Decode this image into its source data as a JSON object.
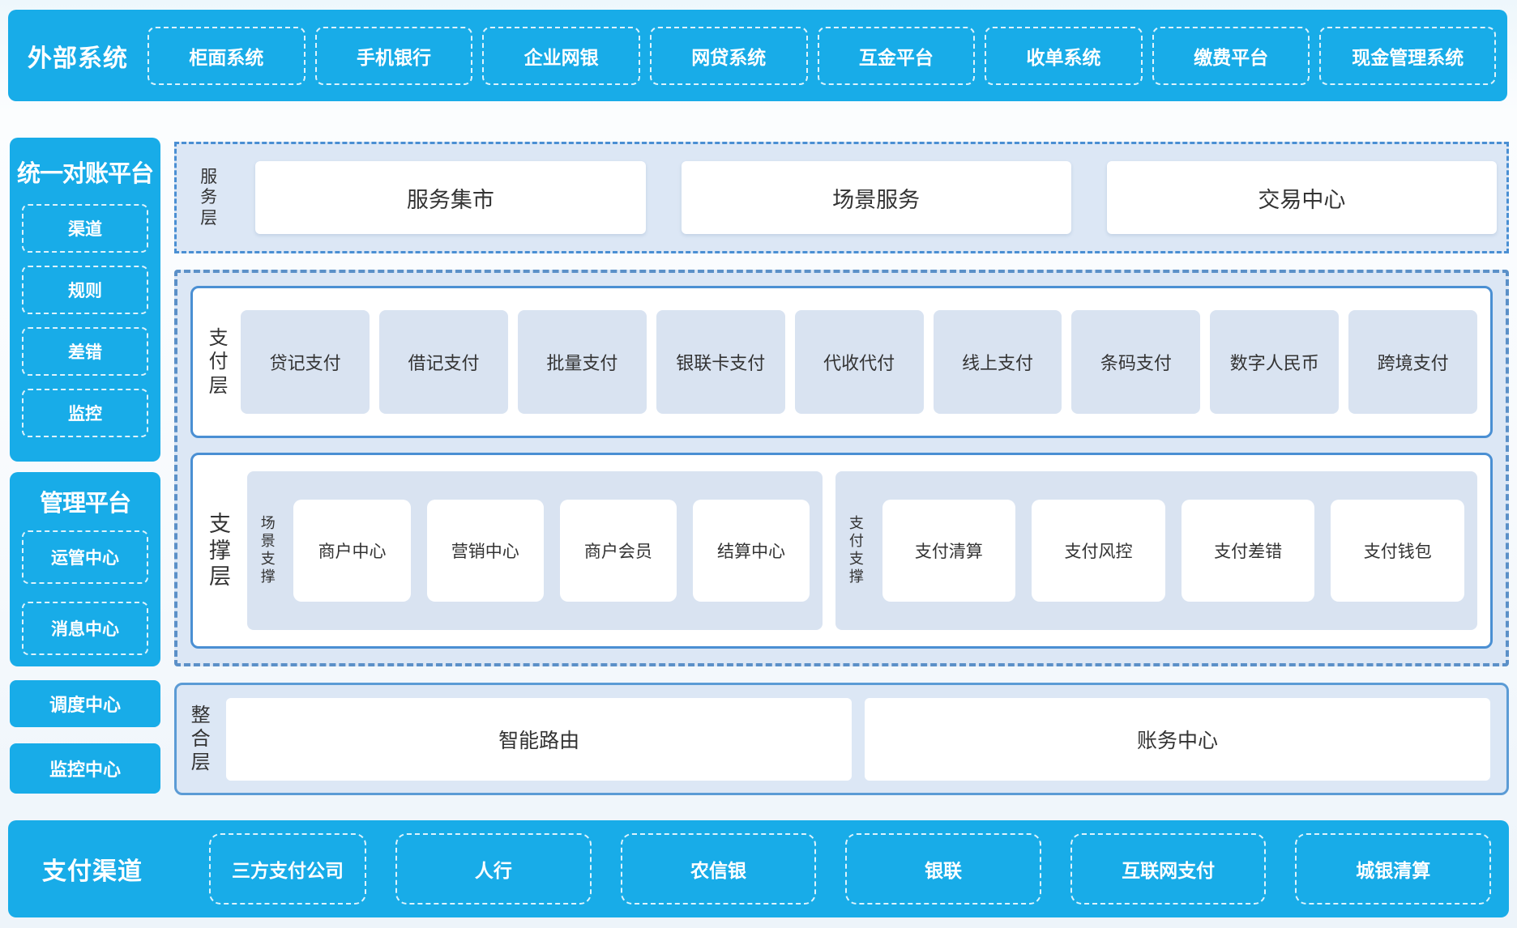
{
  "colors": {
    "primary_blue": "#18ace8",
    "panel_blue": "#dce7f5",
    "tint_card": "#d9e3f1",
    "solid_border": "#4a8fd3",
    "dash_border": "#5b90c8",
    "integration_border": "#5b9bd5",
    "text_dark": "#333333"
  },
  "top_bar": {
    "title": "外部系统",
    "items": [
      "柜面系统",
      "手机银行",
      "企业网银",
      "网贷系统",
      "互金平台",
      "收单系统",
      "缴费平台",
      "现金管理系统"
    ]
  },
  "sidebar": {
    "groups": [
      {
        "title": "统一对账平台",
        "items": [
          "渠道",
          "规则",
          "差错",
          "监控"
        ]
      },
      {
        "title": "管理平台",
        "items": [
          "运管中心",
          "消息中心"
        ]
      }
    ],
    "solo_items": [
      "调度中心",
      "监控中心"
    ]
  },
  "service_layer": {
    "label": "服务层",
    "items": [
      "服务集市",
      "场景服务",
      "交易中心"
    ]
  },
  "payment_layer": {
    "label": "支付层",
    "items": [
      "贷记支付",
      "借记支付",
      "批量支付",
      "银联卡支付",
      "代收代付",
      "线上支付",
      "条码支付",
      "数字人民币",
      "跨境支付"
    ]
  },
  "support_layer": {
    "label": "支撑层",
    "groups": [
      {
        "label": "场景支撑",
        "items": [
          "商户中心",
          "营销中心",
          "商户会员",
          "结算中心"
        ]
      },
      {
        "label": "支付支撑",
        "items": [
          "支付清算",
          "支付风控",
          "支付差错",
          "支付钱包"
        ]
      }
    ]
  },
  "integration_layer": {
    "label": "整合层",
    "items": [
      "智能路由",
      "账务中心"
    ]
  },
  "bottom_bar": {
    "title": "支付渠道",
    "items": [
      "三方支付公司",
      "人行",
      "农信银",
      "银联",
      "互联网支付",
      "城银清算"
    ]
  }
}
